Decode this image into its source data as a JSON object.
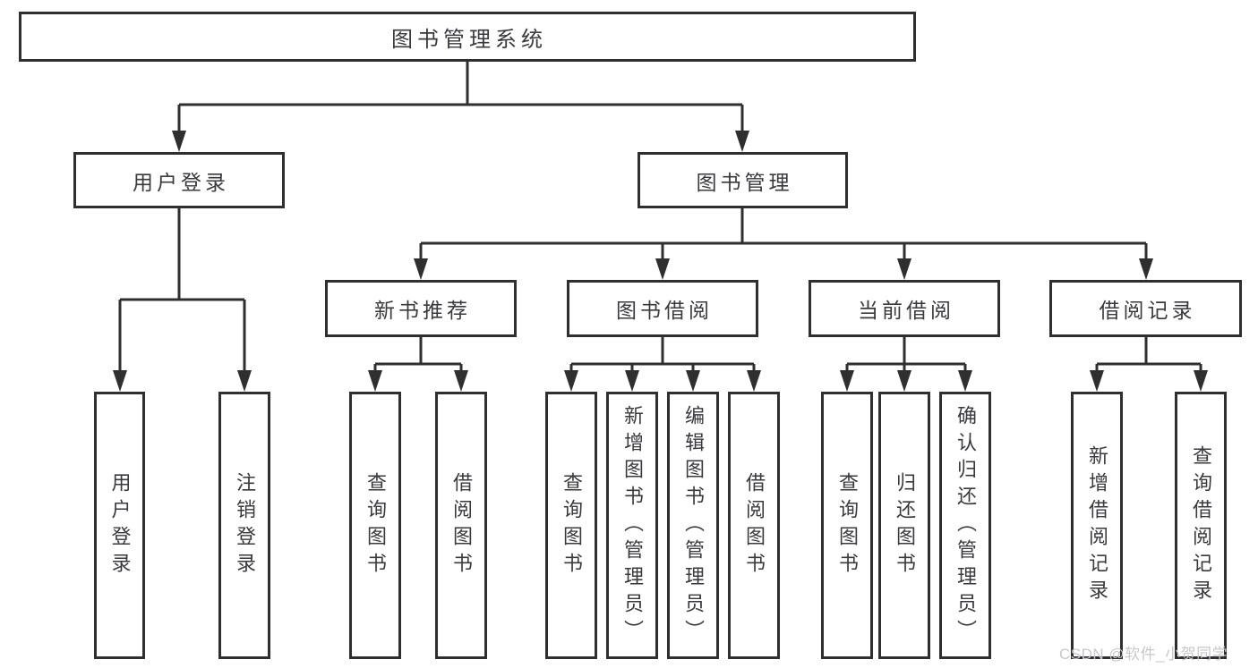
{
  "diagram": {
    "type": "tree",
    "root": {
      "label": "图书管理系统"
    },
    "level2": {
      "user_login": {
        "label": "用户登录"
      },
      "book_mgmt": {
        "label": "图书管理"
      }
    },
    "level3": {
      "new_book_rec": {
        "label": "新书推荐"
      },
      "book_borrow": {
        "label": "图书借阅"
      },
      "current_borrow": {
        "label": "当前借阅"
      },
      "borrow_records": {
        "label": "借阅记录"
      }
    },
    "leaves": {
      "ul_user_login": {
        "label": "用户登录"
      },
      "ul_logout": {
        "label": "注销登录"
      },
      "nr_query_books": {
        "label": "查询图书"
      },
      "nr_borrow_books": {
        "label": "借阅图书"
      },
      "bb_query_books": {
        "label": "查询图书"
      },
      "bb_add_books": {
        "label": "新增图书（管理员）"
      },
      "bb_edit_books": {
        "label": "编辑图书（管理员）"
      },
      "bb_borrow_books": {
        "label": "借阅图书"
      },
      "cb_query_books": {
        "label": "查询图书"
      },
      "cb_return_books": {
        "label": "归还图书"
      },
      "cb_confirm_return": {
        "label": "确认归还（管理员）"
      }
    },
    "leaves2": {
      "br_add_record": {
        "label": "新增借阅记录"
      },
      "br_query_record": {
        "label": "查询借阅记录"
      }
    }
  },
  "watermark": {
    "text": "CSDN @软件_小贺同学"
  },
  "colors": {
    "line": "#2f2f2f",
    "text": "#3a3a3e",
    "watermark": "#c7c7cc",
    "background": "#ffffff"
  }
}
